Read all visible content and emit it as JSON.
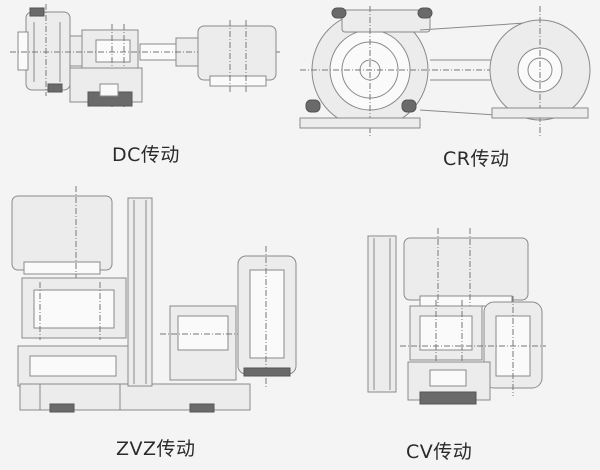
{
  "captions": {
    "dc": "DC传动",
    "cr": "CR传动",
    "zvz": "ZVZ传动",
    "cv": "CV传动"
  },
  "colors": {
    "line": "#8a8a8a",
    "dark": "#6a6a6a",
    "background": "#f4f4f4"
  }
}
